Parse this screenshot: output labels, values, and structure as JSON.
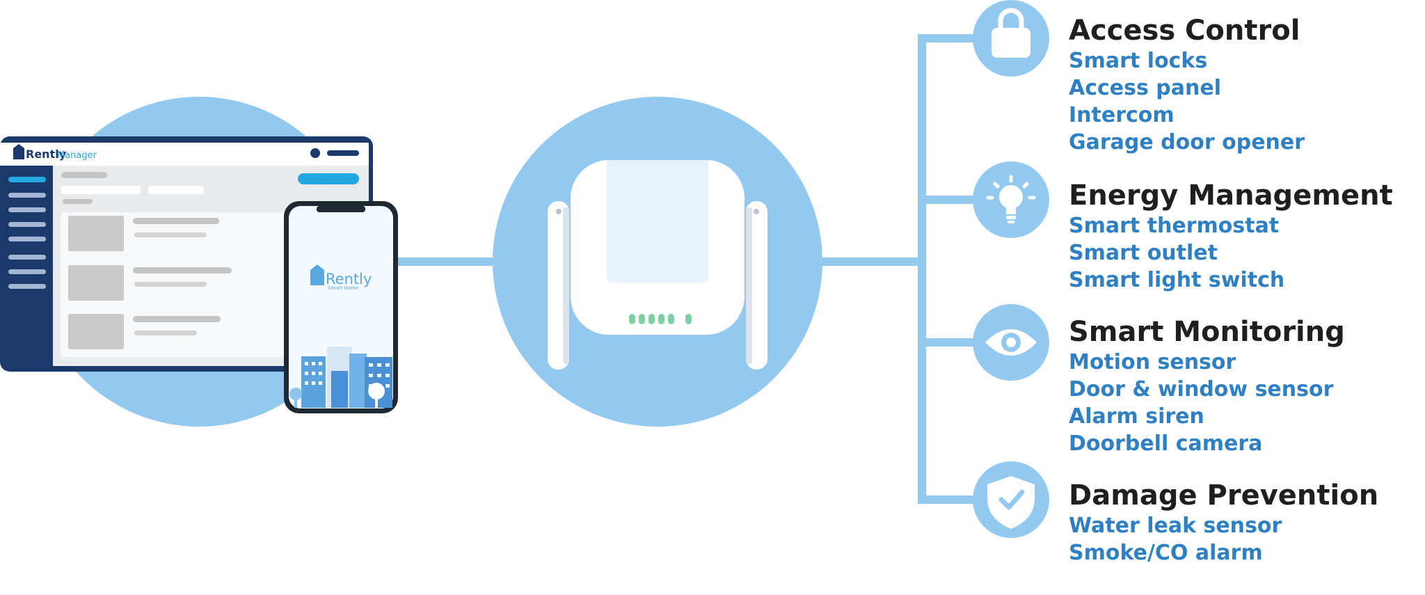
{
  "manager_logo": {
    "brand": "Rently",
    "product": "Manager"
  },
  "phone_logo": {
    "brand": "Rently",
    "product": "Smart Home"
  },
  "categories": [
    {
      "title": "Access Control",
      "icon": "lock-icon",
      "items": [
        "Smart locks",
        "Access panel",
        "Intercom",
        "Garage door opener"
      ]
    },
    {
      "title": "Energy Management",
      "icon": "lightbulb-icon",
      "items": [
        "Smart thermostat",
        "Smart outlet",
        "Smart light switch"
      ]
    },
    {
      "title": "Smart Monitoring",
      "icon": "eye-icon",
      "items": [
        "Motion sensor",
        "Door & window sensor",
        "Alarm siren",
        "Doorbell camera"
      ]
    },
    {
      "title": "Damage Prevention",
      "icon": "shield-check-icon",
      "items": [
        "Water leak sensor",
        "Smoke/CO alarm"
      ]
    }
  ],
  "colors": {
    "light_blue": "#93c9ef",
    "dark_navy": "#1b3a6b",
    "bright_blue": "#22a8e0",
    "text_blue": "#2f7fc3",
    "text_dark": "#1f1f1f",
    "led_green": "#7fcfa2"
  }
}
